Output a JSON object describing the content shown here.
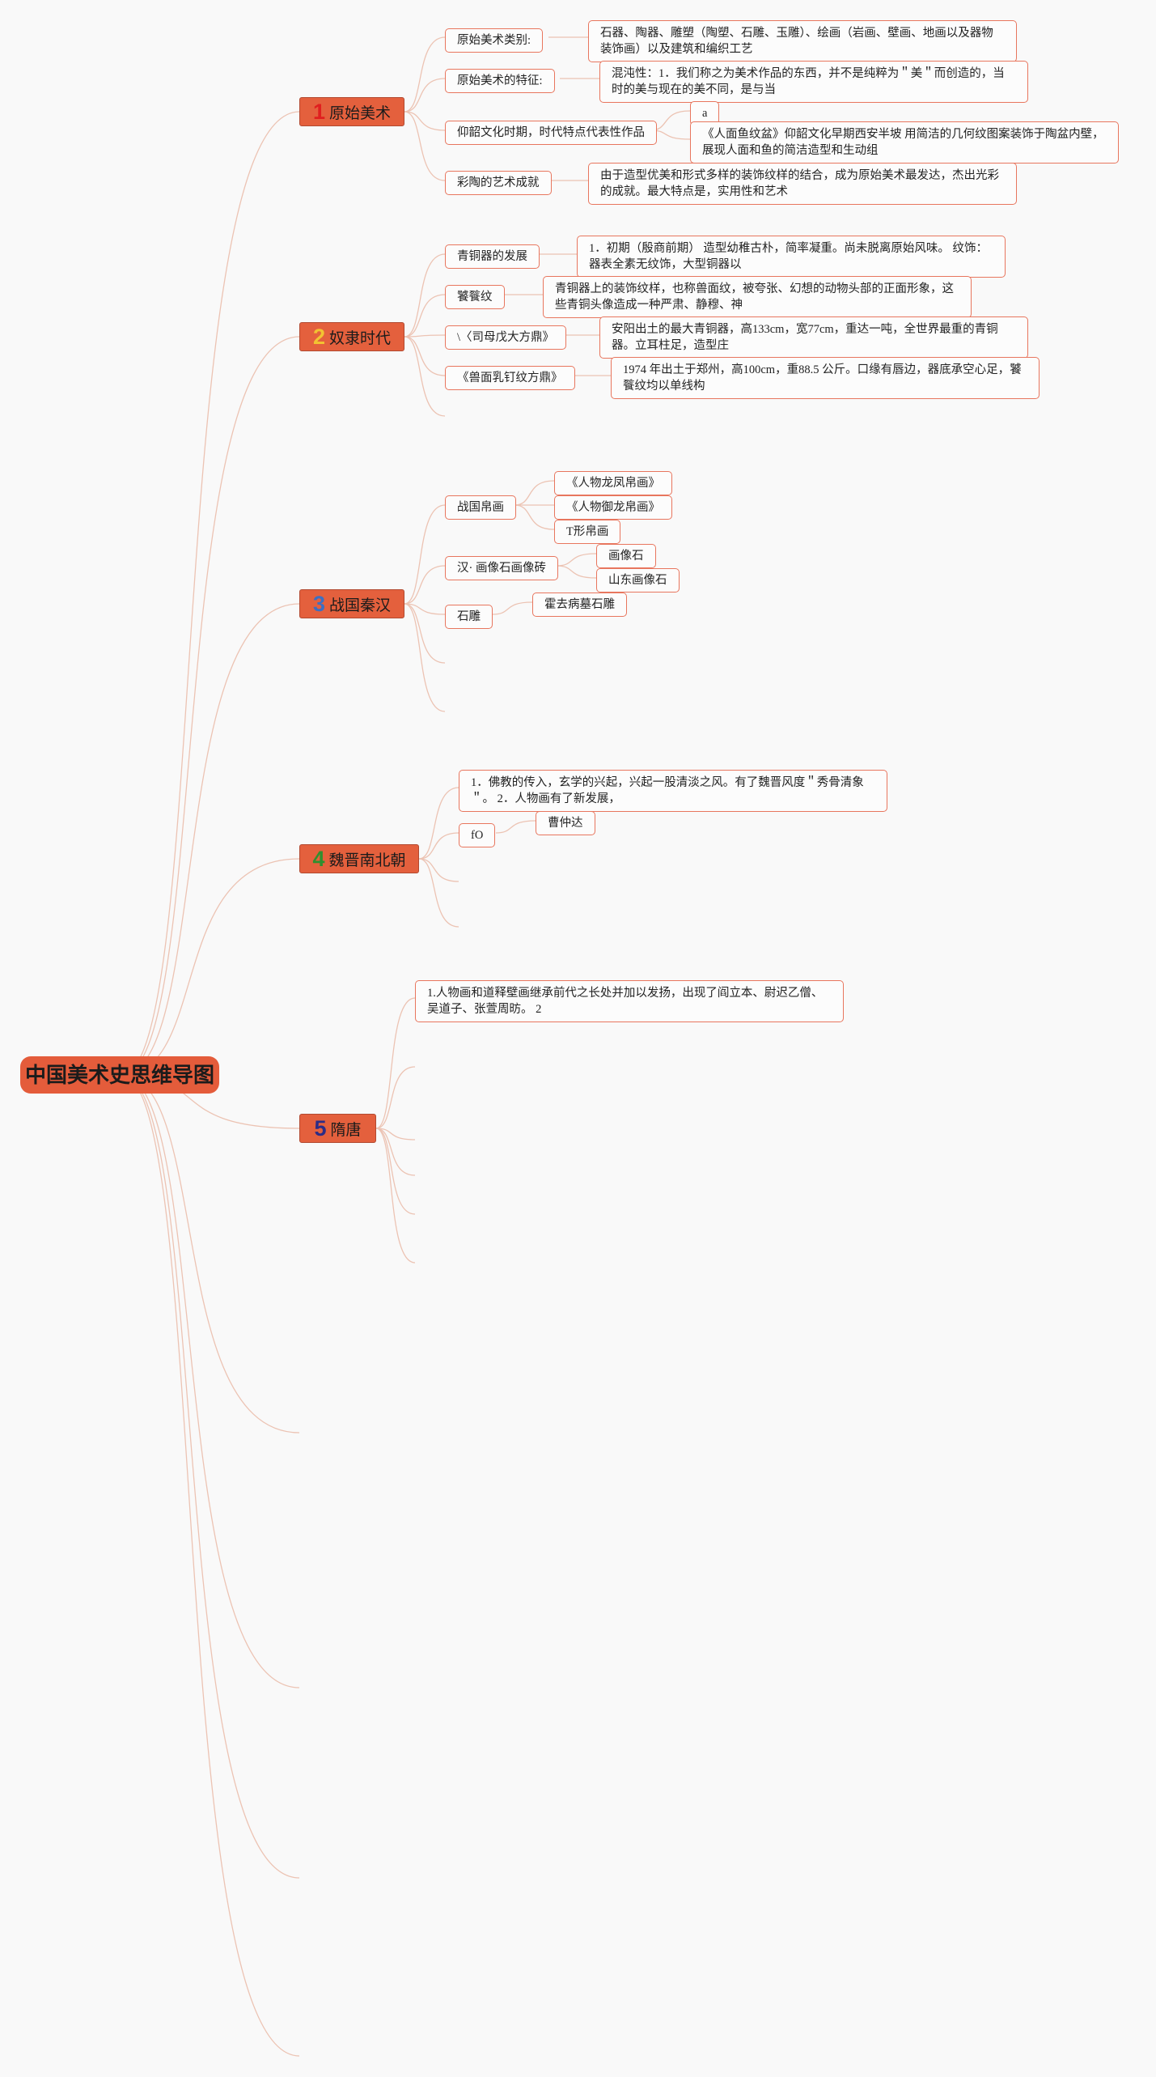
{
  "root": {
    "title": "中国美术史思维导图"
  },
  "branches": [
    {
      "num": "1",
      "num_color": "#e01f1f",
      "label": "原始美术"
    },
    {
      "num": "2",
      "num_color": "#f2c232",
      "label": "奴隶时代"
    },
    {
      "num": "3",
      "num_color": "#3d6fc2",
      "label": "战国秦汉"
    },
    {
      "num": "4",
      "num_color": "#2f8f2f",
      "label": "魏晋南北朝"
    },
    {
      "num": "5",
      "num_color": "#2c2c86",
      "label": "隋唐"
    }
  ],
  "nodes": {
    "ys_leibie": "原始美术类别:",
    "ys_leibie_d": "石器、陶器、雕塑（陶塑、石雕、玉雕）、绘画（岩画、壁画、地画以及器物装饰画）以及建筑和编织工艺",
    "ys_tezheng": "原始美术的特征:",
    "ys_tezheng_d": "混沌性：1．我们称之为美术作品的东西，并不是纯粹为＂美＂而创造的，当时的美与现在的美不同，是与当",
    "ys_yangshao": "仰韶文化时期，时代特点代表性作品",
    "ys_yangshao_a": "a",
    "ys_yangshao_d": "《人面鱼纹盆》仰韶文化早期西安半坡 用简洁的几何纹图案装饰于陶盆内壁，展现人面和鱼的简洁造型和生动组",
    "ys_caitao": "彩陶的艺术成就",
    "ys_caitao_d": "由于造型优美和形式多样的装饰纹样的结合，成为原始美术最发达，杰出光彩的成就。最大特点是，实用性和艺术",
    "nl_qingtong": "青铜器的发展",
    "nl_qingtong_d": "1．初期（殷商前期） 造型幼稚古朴，简率凝重。尚未脱离原始风味。 纹饰：器表全素无纹饰，大型铜器以",
    "nl_taotie": "饕餮纹",
    "nl_taotie_d": "青铜器上的装饰纹样，也称兽面纹，被夸张、幻想的动物头部的正面形象，这些青铜头像造成一种严肃、静穆、神",
    "nl_simuwu": "\\〈司母戊大方鼎》",
    "nl_simuwu_d": "安阳出土的最大青铜器，高133cm，宽77cm，重达一吨，全世界最重的青铜器。立耳柱足，造型庄",
    "nl_shoumian": "《兽面乳钉纹方鼎》",
    "nl_shoumian_d": "1974 年出土于郑州，高100cm，重88.5 公斤。口缘有唇边，器底承空心足，饕餮纹均以单线构",
    "zg_bohua": "战国帛画",
    "zg_bohua_1": "《人物龙凤帛画》",
    "zg_bohua_2": "《人物御龙帛画》",
    "zg_bohua_3": "T形帛画",
    "zg_huaxiang": "汉· 画像石画像砖",
    "zg_huaxiang_1": "画像石",
    "zg_huaxiang_2": "山东画像石",
    "zg_shidiao": "石雕",
    "zg_shidiao_1": "霍去病墓石雕",
    "wj_d": "1．佛教的传入，玄学的兴起，兴起一股清淡之风。有了魏晋风度＂秀骨清象＂。 2．人物画有了新发展，",
    "wj_fo": "fO",
    "wj_fo_1": "曹仲达",
    "st_d": "1.人物画和道释壁画继承前代之长处并加以发扬，出现了阎立本、尉迟乙僧、吴道子、张萱周昉。 2"
  },
  "colors": {
    "line": "#ecc3b3",
    "border": "#e8765e",
    "branch_fill": "#e4603d",
    "root_fill": "#e45c3b"
  }
}
